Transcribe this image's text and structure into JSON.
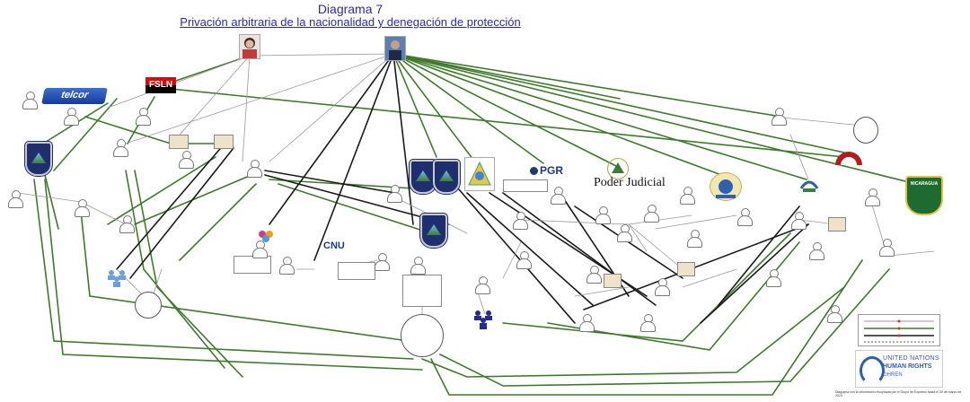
{
  "header": {
    "title": "Diagrama 7",
    "subtitle": "Privación arbitraria de la nacionalidad y denegación de protección"
  },
  "logos": {
    "fsln": "FSLN",
    "telcor": "telcor",
    "pgr": "PGR",
    "poder_judicial": "Poder Judicial",
    "cnu": "CNU",
    "nicaragua": "NICARAGUA",
    "ohchr_line1": "UNITED NATIONS",
    "ohchr_line2": "HUMAN RIGHTS",
    "ohchr_line3": "GHREN"
  },
  "colors": {
    "title": "#2a2aa8",
    "edge_green": "#3f7a2c",
    "edge_black": "#1a1a1a",
    "edge_gray": "#9a9a9a",
    "brand_blue": "#1e3a7a"
  },
  "footer": {
    "note": "Diagrama con la información recopilada por el Grupo de Expertos hasta el 30 de marzo de 2024"
  }
}
